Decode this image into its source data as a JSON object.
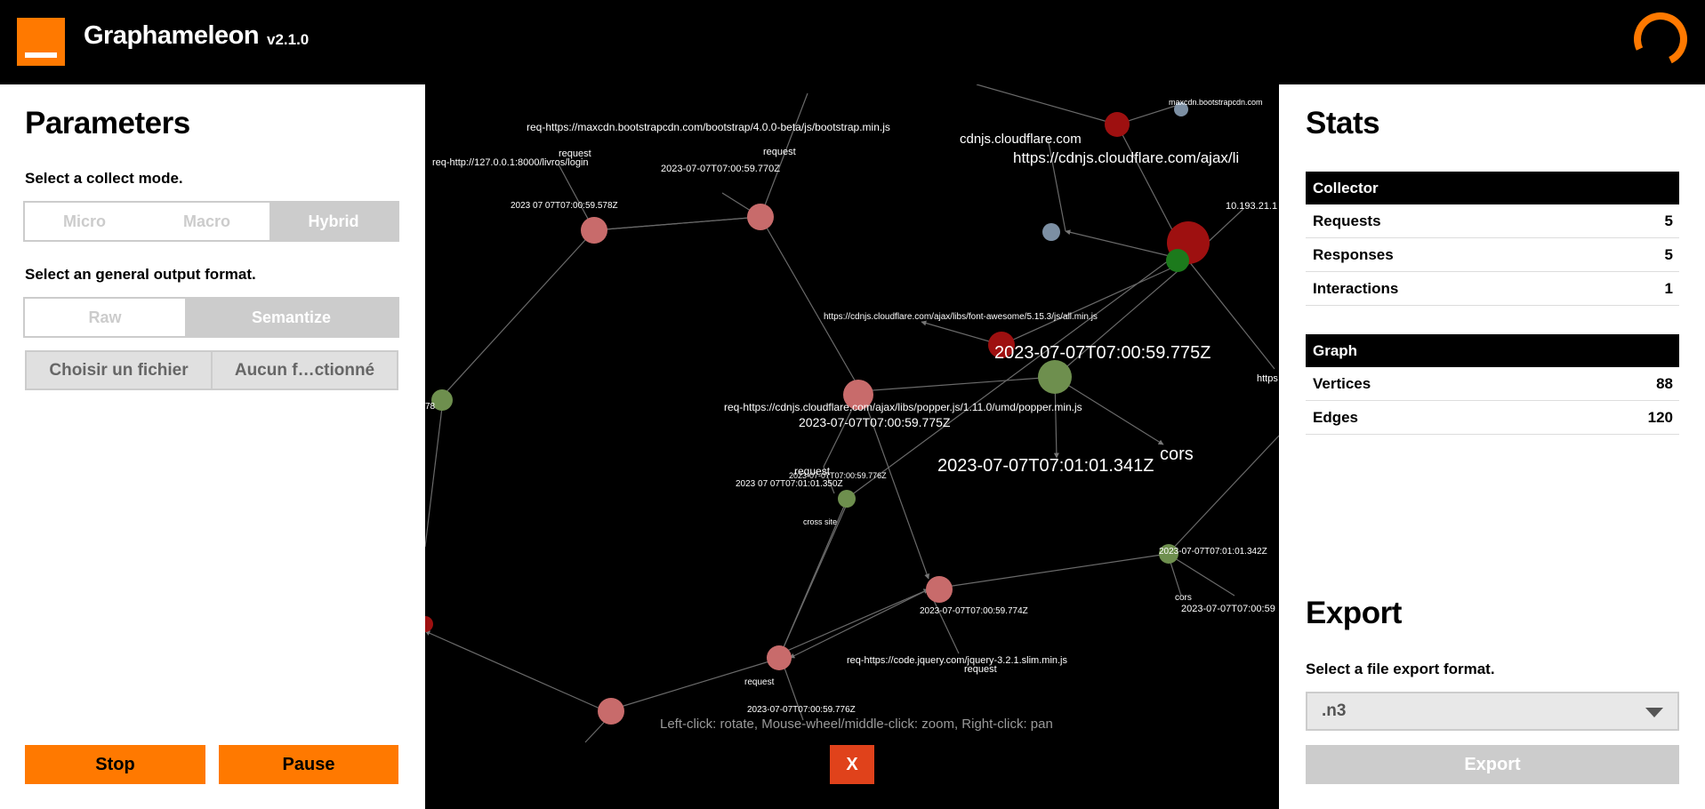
{
  "header": {
    "title": "Graphameleon",
    "version": "v2.1.0",
    "spinner_icon": "loading-spinner-icon"
  },
  "left": {
    "title": "Parameters",
    "collect_label": "Select a collect mode.",
    "collect_modes": [
      "Micro",
      "Macro",
      "Hybrid"
    ],
    "collect_selected": "Hybrid",
    "format_label": "Select an general output format.",
    "formats": [
      "Raw",
      "Semantize"
    ],
    "format_selected": "Semantize",
    "file_button": "Choisir un fichier",
    "file_name": "Aucun f…ctionné",
    "stop": "Stop",
    "pause": "Pause"
  },
  "graph": {
    "hint": "Left-click: rotate, Mouse-wheel/middle-click: zoom, Right-click: pan",
    "close": "X",
    "labels": [
      "req-https://maxcdn.bootstrapcdn.com/bootstrap/4.0.0-beta/js/bootstrap.min.js",
      "req-http://127.0.0.1:8000/livros/login",
      "request",
      "request",
      "2023-07-07T07:00:59.770Z",
      "2023 07 07T07:00:59.578Z",
      "cdnjs.cloudflare.com",
      "https://cdnjs.cloudflare.com/ajax/li",
      "maxcdn.bootstrapcdn.com",
      "10.193.21.1",
      "https://cdnjs.cloudflare.com/ajax/libs/font-awesome/5.15.3/js/all.min.js",
      "2023-07-07T07:00:59.775Z",
      "https",
      "req-https://cdnjs.cloudflare.com/ajax/libs/popper.js/1.11.0/umd/popper.min.js",
      "2023-07-07T07:00:59.775Z",
      "cors",
      "2023-07-07T07:01:01.341Z",
      "request",
      "2023-07-07T07:00:59.776Z",
      "2023 07 07T07:01:01.350Z",
      "cross site",
      "2023-07-07T07:01:01.342Z",
      "cors",
      "2023-07-07T07:00:59",
      "2023-07-07T07:00:59.774Z",
      "req-https://code.jquery.com/jquery-3.2.1.slim.min.js",
      "request",
      "request",
      "2023-07-07T07:00:59.776Z",
      "78"
    ]
  },
  "right": {
    "title": "Stats",
    "collector": {
      "heading": "Collector",
      "rows": [
        {
          "label": "Requests",
          "value": "5"
        },
        {
          "label": "Responses",
          "value": "5"
        },
        {
          "label": "Interactions",
          "value": "1"
        }
      ]
    },
    "graph_stats": {
      "heading": "Graph",
      "rows": [
        {
          "label": "Vertices",
          "value": "88"
        },
        {
          "label": "Edges",
          "value": "120"
        }
      ]
    },
    "export_title": "Export",
    "export_label": "Select a file export format.",
    "export_format": ".n3",
    "export_button": "Export"
  },
  "colors": {
    "accent": "#ff7900",
    "close": "#e0421b",
    "node_pink": "#c86b6b",
    "node_red": "#9e1010",
    "node_green": "#6e8f4e",
    "node_darkgreen": "#1c7a1c",
    "node_blue": "#7c8fa3"
  }
}
